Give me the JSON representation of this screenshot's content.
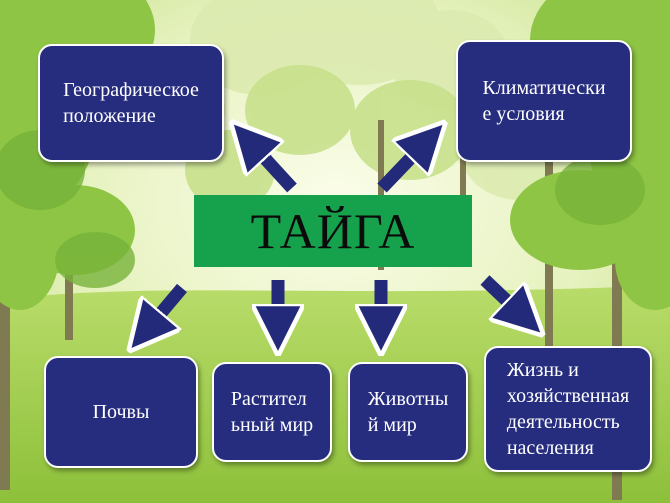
{
  "title": "ТАЙГА",
  "nodes": [
    {
      "id": "geo",
      "label": "Географическое\nположение"
    },
    {
      "id": "climate",
      "label": "Климатически\nе условия"
    },
    {
      "id": "soil",
      "label": "Почвы"
    },
    {
      "id": "flora",
      "label": "Растител\nьный мир"
    },
    {
      "id": "fauna",
      "label": "Животны\nй мир"
    },
    {
      "id": "life",
      "label": "Жизнь и\nхозяйственная\nдеятельность\nнаселения"
    }
  ],
  "colors": {
    "node_fill": "#262d7f",
    "title_fill": "#16a14c",
    "arrow": "#232a7a",
    "sky": "#f2f7d6",
    "grass": "#9ccc3c",
    "foliage": "#8bc34a"
  }
}
